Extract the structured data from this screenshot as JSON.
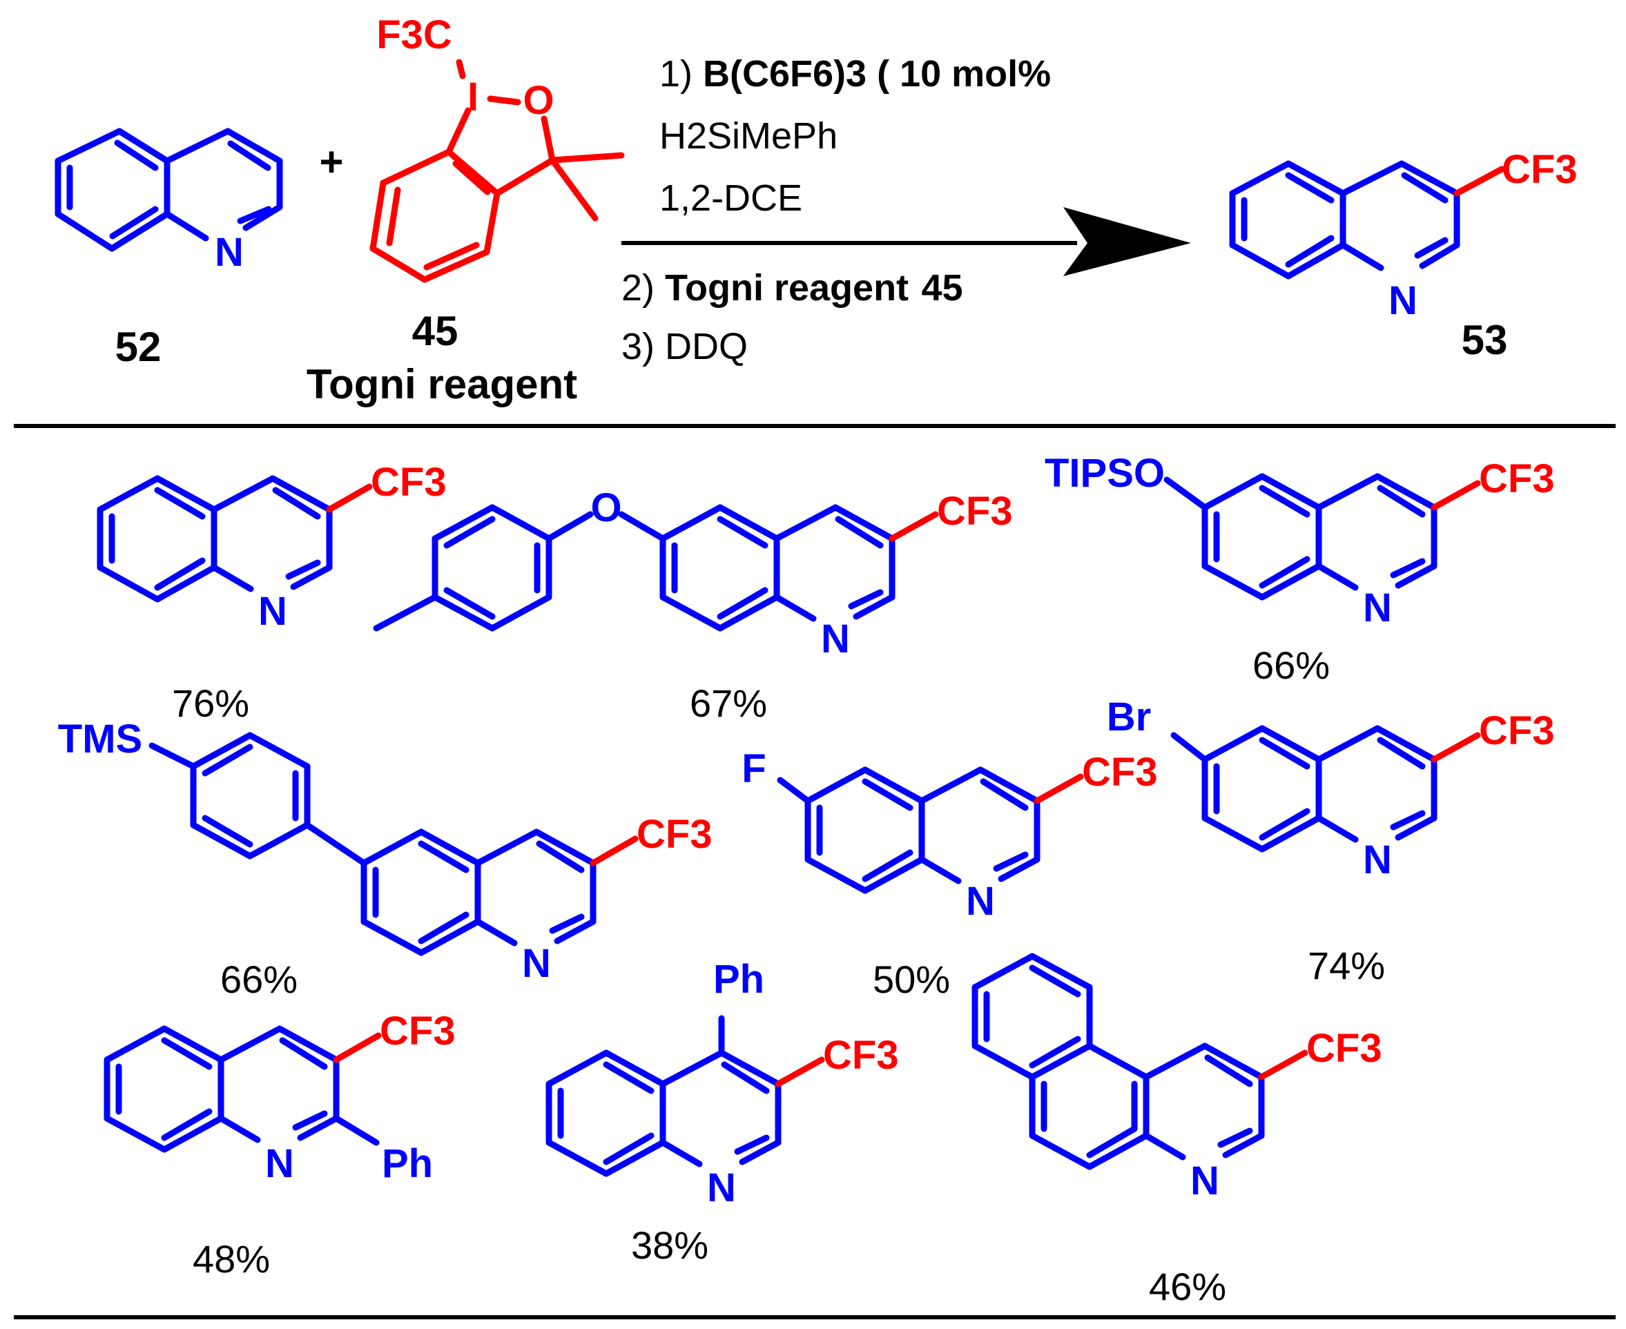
{
  "reaction": {
    "reactant1_label": "52",
    "plus": "+",
    "reactant2_label": "45",
    "reactant2_name": "Togni reagent",
    "togni_atoms": {
      "cf3": "F3C",
      "iodine": "I",
      "oxygen": "O"
    },
    "product_label": "53",
    "conditions": {
      "step1_prefix": "1) ",
      "step1_catalyst": "B(C6F6)3 ( 10 mol%",
      "step1_silane": "H2SiMePh",
      "step1_solvent": "1,2-DCE",
      "step2_prefix": "2) ",
      "step2_reagent": "Togni reagent",
      "step2_number": "45",
      "step3": "3) DDQ"
    }
  },
  "atoms": {
    "N": "N",
    "CF3": "CF3",
    "O": "O",
    "F": "F",
    "Br": "Br",
    "Ph": "Ph",
    "TIPSO": "TIPSO",
    "TMS": "TMS"
  },
  "substrate_scope": [
    {
      "substituent": "",
      "yield": "76%"
    },
    {
      "substituent": "6-(4-methylphenoxy)",
      "yield": "67%"
    },
    {
      "substituent": "TIPSO",
      "yield": "66%"
    },
    {
      "substituent": "TMS",
      "yield": "66%"
    },
    {
      "substituent": "F",
      "yield": "50%"
    },
    {
      "substituent": "Br",
      "yield": "74%"
    },
    {
      "substituent": "Ph",
      "yield": "48%"
    },
    {
      "substituent": "Ph",
      "yield": "38%"
    },
    {
      "substituent": "",
      "yield": "46%"
    }
  ],
  "colors": {
    "structure": "#0000ff",
    "reagent": "#ff0000",
    "text": "#000000"
  }
}
